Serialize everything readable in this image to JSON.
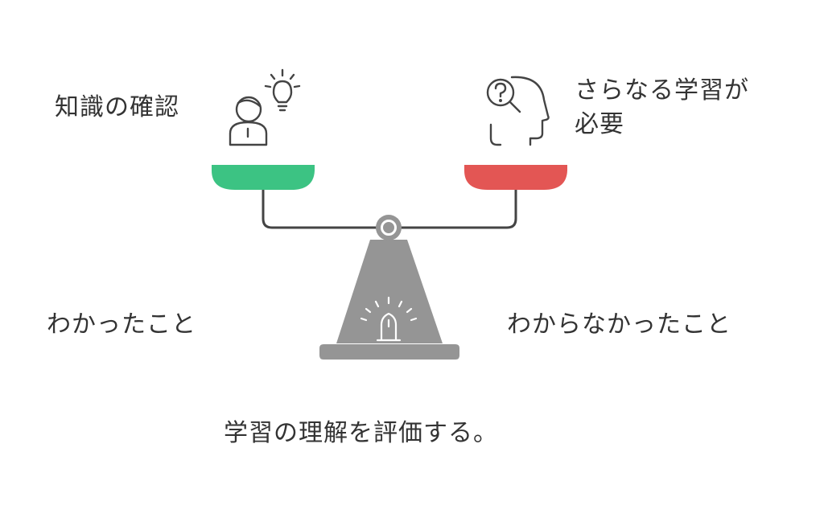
{
  "labels": {
    "known_check": "知識の確認",
    "more_study_line1": "さらなる学習が",
    "more_study_line2": "必要",
    "understood": "わかったこと",
    "not_understood": "わからなかったこと",
    "summary": "学習の理解を評価する。"
  },
  "colors": {
    "left_pan": "#3cc383",
    "right_pan": "#e35654",
    "stand": "#959595",
    "line": "#444444",
    "text": "#333333"
  },
  "icons": {
    "left": "person-lightbulb-icon",
    "right": "head-question-icon",
    "stand": "warning-light-icon"
  }
}
